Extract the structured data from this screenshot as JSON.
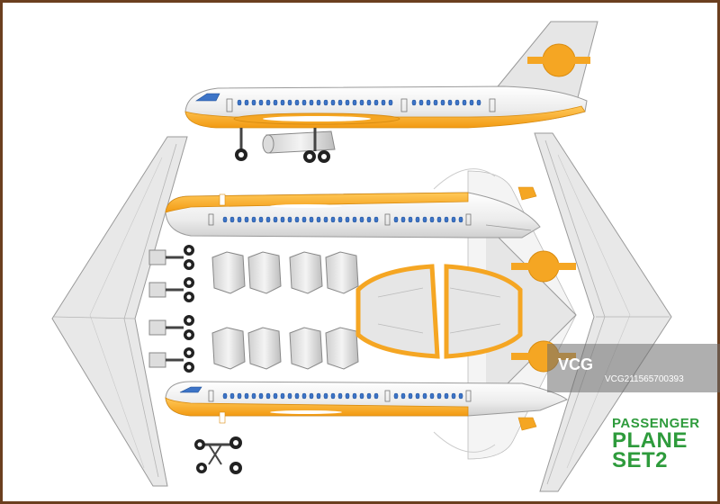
{
  "title": {
    "line1": "PASSENGER",
    "line2": "PLANE",
    "line3": "SET2"
  },
  "watermark": {
    "logo": "VCG",
    "id": "VCG211565700393"
  },
  "colors": {
    "border": "#6b3f1f",
    "livery_orange": "#f5a623",
    "livery_outline": "#d98c10",
    "hull_gray": "#e6e6e6",
    "outline_gray": "#9a9a9a",
    "window_blue": "#3d74c7",
    "title_green": "#2e9b3c"
  },
  "parts": [
    "side-view-fuselage",
    "top-fuselage-strip",
    "bottom-fuselage-strip",
    "left-wing",
    "right-wing",
    "engine-nacelles",
    "landing-gear",
    "tail-fin",
    "cockpit-window-piece"
  ]
}
